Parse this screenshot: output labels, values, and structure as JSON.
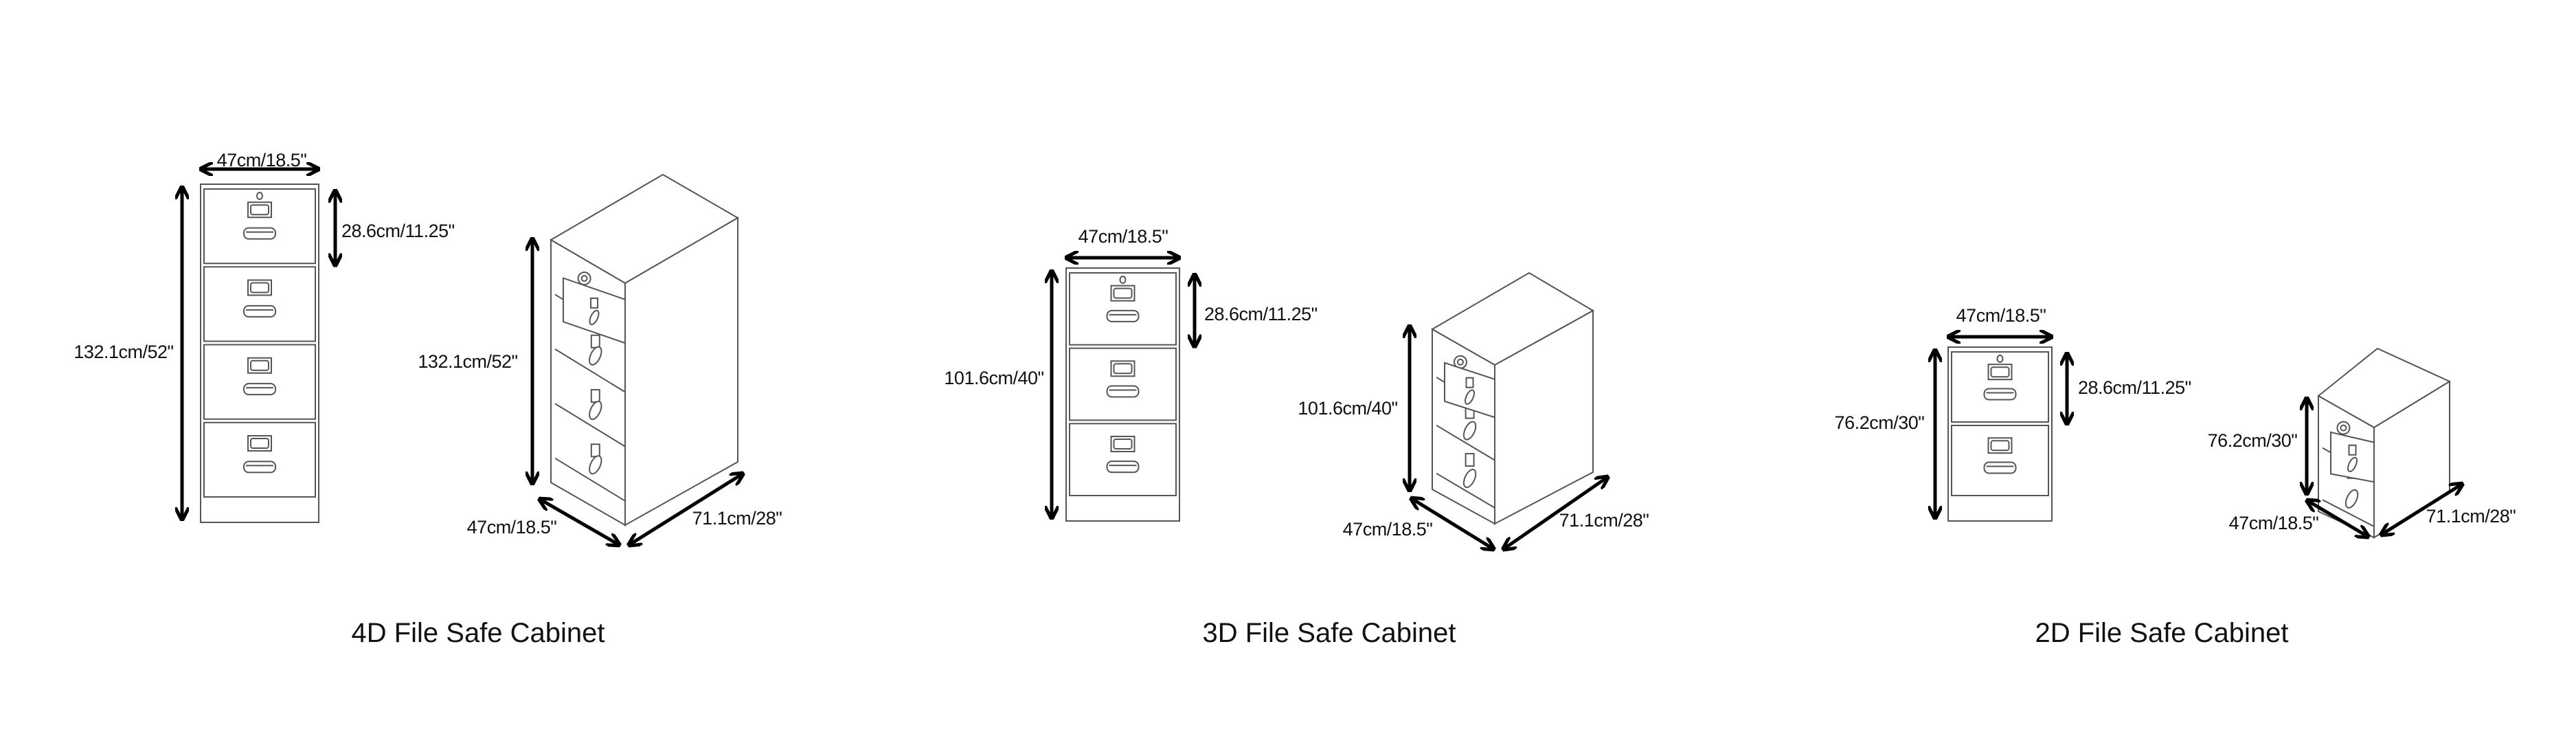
{
  "cabinets": [
    {
      "title": "4D File Safe Cabinet",
      "drawers": 4,
      "front": {
        "width": "47cm/18.5\"",
        "height": "132.1cm/52\"",
        "drawer_height": "28.6cm/11.25\""
      },
      "iso": {
        "height": "132.1cm/52\"",
        "width": "47cm/18.5\"",
        "depth": "71.1cm/28\""
      }
    },
    {
      "title": "3D File Safe Cabinet",
      "drawers": 3,
      "front": {
        "width": "47cm/18.5\"",
        "height": "101.6cm/40\"",
        "drawer_height": "28.6cm/11.25\""
      },
      "iso": {
        "height": "101.6cm/40\"",
        "width": "47cm/18.5\"",
        "depth": "71.1cm/28\""
      }
    },
    {
      "title": "2D File Safe Cabinet",
      "drawers": 2,
      "front": {
        "width": "47cm/18.5\"",
        "height": "76.2cm/30\"",
        "drawer_height": "28.6cm/11.25\""
      },
      "iso": {
        "height": "76.2cm/30\"",
        "width": "47cm/18.5\"",
        "depth": "71.1cm/28\""
      }
    }
  ]
}
